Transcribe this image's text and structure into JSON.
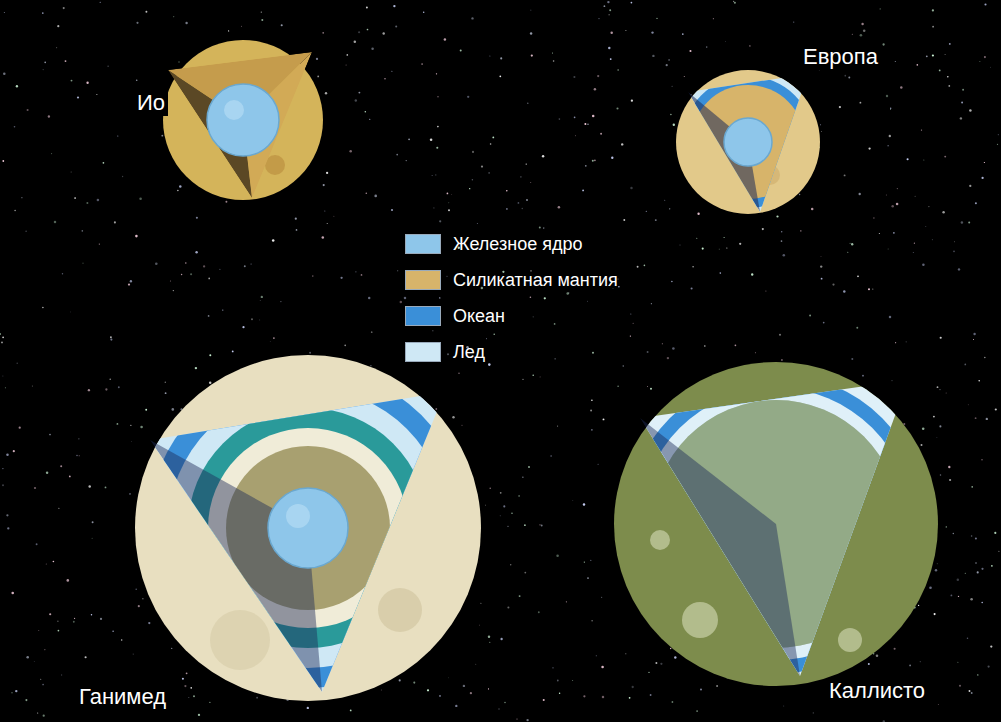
{
  "diagram": {
    "labels": [
      "Ио",
      "Европа",
      "Ганимед",
      "Каллисто"
    ],
    "legend": [
      {
        "text": "Железное ядро",
        "color": "#8ec6ea"
      },
      {
        "text": "Силикатная мантия",
        "color": "#d7b46a"
      },
      {
        "text": "Океан",
        "color": "#3a8fd8"
      },
      {
        "text": "Лед",
        "color": "#cfe8f5"
      }
    ]
  }
}
